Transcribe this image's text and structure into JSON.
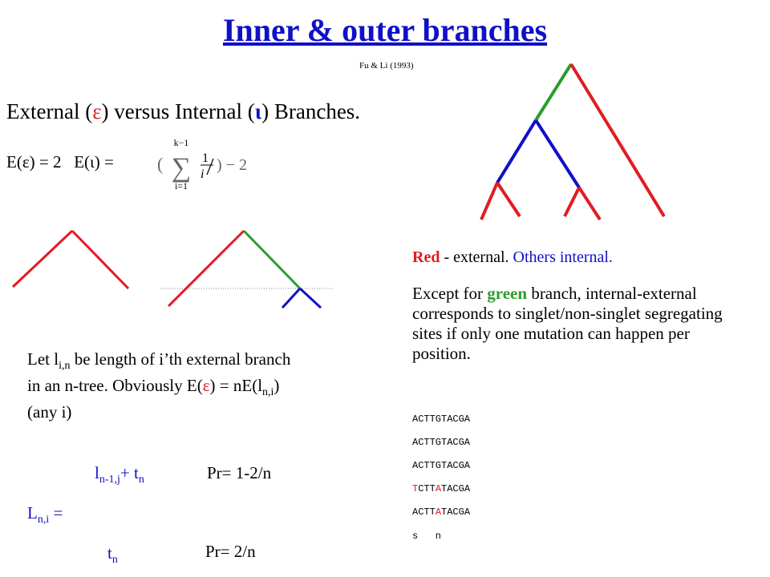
{
  "title": "Inner & outer branches",
  "citation": "Fu & Li (1993)",
  "heading": {
    "external": "External (",
    "eps": "ε",
    "mid": ") versus  Internal (",
    "iota": "ι",
    "end": ") Branches."
  },
  "formula": {
    "lhs": "E(ε) = 2",
    "rhs_label": "E(ι) =",
    "sum_upper": "k−1",
    "sum_lower": "i=1",
    "numerator": "1",
    "denominator": "i",
    "tail": ") − 2"
  },
  "legend": {
    "red_word": "Red",
    "red_rest": " - external.  ",
    "others": "Others internal."
  },
  "except": {
    "part1": "Except for ",
    "green_word": "green",
    "part2": " branch, internal-external corresponds to singlet/non-singlet segregating sites if only one mutation can happen per position."
  },
  "let_text": {
    "a": "Let l",
    "a_sub": "i,n",
    "b": " be length of i’th external branch in an n-tree. Obviously E(",
    "eps": "ε",
    "c": ") = nE(l",
    "c_sub": "n,i",
    "d": ") (any i)"
  },
  "recursion": {
    "row1_l": "l",
    "row1_l_sub": "n-1,j",
    "row1_plus": "+ t",
    "row1_t_sub": "n",
    "row1_pr": "Pr= 1-2/n",
    "lhs_L": "L",
    "lhs_sub": "n,i",
    "lhs_eq": " =",
    "row2_t": "t",
    "row2_t_sub": "n",
    "row2_pr": "Pr= 2/n"
  },
  "sequences": [
    {
      "pre": "ACTTGTACGA",
      "a": "",
      "mid": "",
      "b": "",
      "post": ""
    },
    {
      "pre": "ACTTGTACGA",
      "a": "",
      "mid": "",
      "b": "",
      "post": ""
    },
    {
      "pre": "ACTTGTACGA",
      "a": "",
      "mid": "",
      "b": "",
      "post": ""
    },
    {
      "pre": "",
      "a": "T",
      "mid": "CTT",
      "b": "A",
      "post": "TACGA"
    },
    {
      "pre": "ACTT",
      "a": "",
      "mid": "",
      "b": "A",
      "post": "TACGA"
    }
  ],
  "site_marks": "s   n",
  "colors": {
    "external": "#e11c22",
    "internal": "#1010c8",
    "special": "#2c9c2c",
    "title": "#1010c8"
  }
}
